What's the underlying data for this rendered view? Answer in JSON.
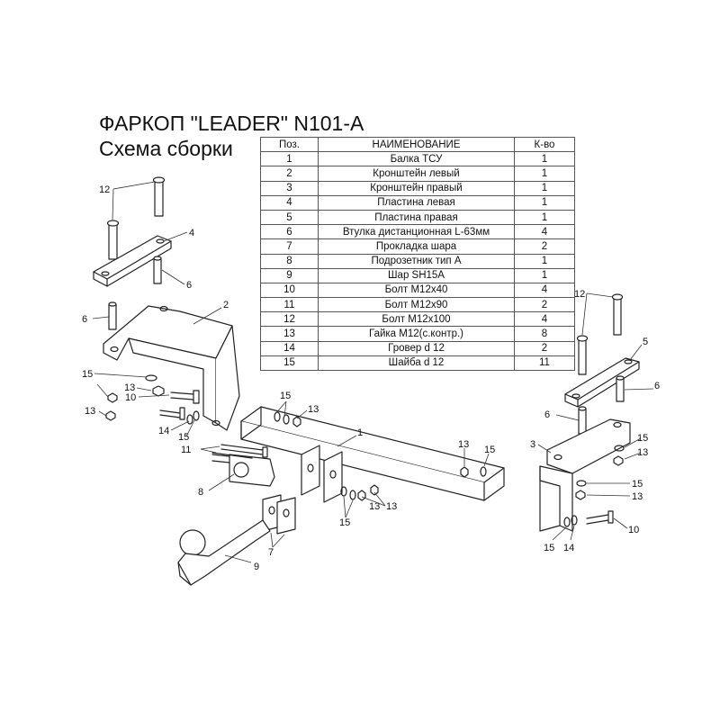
{
  "title": "ФАРКОП \"LEADER\" N101-A",
  "subtitle": "Схема сборки",
  "table": {
    "headers": [
      "Поз.",
      "НАИМЕНОВАНИЕ",
      "К-во"
    ],
    "rows": [
      {
        "pos": "1",
        "name": "Балка ТСУ",
        "qty": "1"
      },
      {
        "pos": "2",
        "name": "Кронштейн левый",
        "qty": "1"
      },
      {
        "pos": "3",
        "name": "Кронштейн правый",
        "qty": "1"
      },
      {
        "pos": "4",
        "name": "Пластина левая",
        "qty": "1"
      },
      {
        "pos": "5",
        "name": "Пластина правая",
        "qty": "1"
      },
      {
        "pos": "6",
        "name": "Втулка дистанционная L-63мм",
        "qty": "4"
      },
      {
        "pos": "7",
        "name": "Прокладка шара",
        "qty": "2"
      },
      {
        "pos": "8",
        "name": "Подрозетник тип А",
        "qty": "1"
      },
      {
        "pos": "9",
        "name": "Шар SH15A",
        "qty": "1"
      },
      {
        "pos": "10",
        "name": "Болт М12х40",
        "qty": "4"
      },
      {
        "pos": "11",
        "name": "Болт М12х90",
        "qty": "2"
      },
      {
        "pos": "12",
        "name": "Болт М12х100",
        "qty": "4"
      },
      {
        "pos": "13",
        "name": "Гайка М12(с.контр.)",
        "qty": "8"
      },
      {
        "pos": "14",
        "name": "Гровер d 12",
        "qty": "2"
      },
      {
        "pos": "15",
        "name": "Шайба d 12",
        "qty": "11"
      }
    ]
  },
  "callouts": [
    "1",
    "2",
    "3",
    "4",
    "5",
    "6",
    "6",
    "6",
    "6",
    "7",
    "8",
    "9",
    "10",
    "10",
    "11",
    "12",
    "12",
    "13",
    "13",
    "13",
    "13",
    "13",
    "13",
    "13",
    "13",
    "14",
    "14",
    "15",
    "15",
    "15",
    "15",
    "15",
    "15",
    "15",
    "15"
  ]
}
